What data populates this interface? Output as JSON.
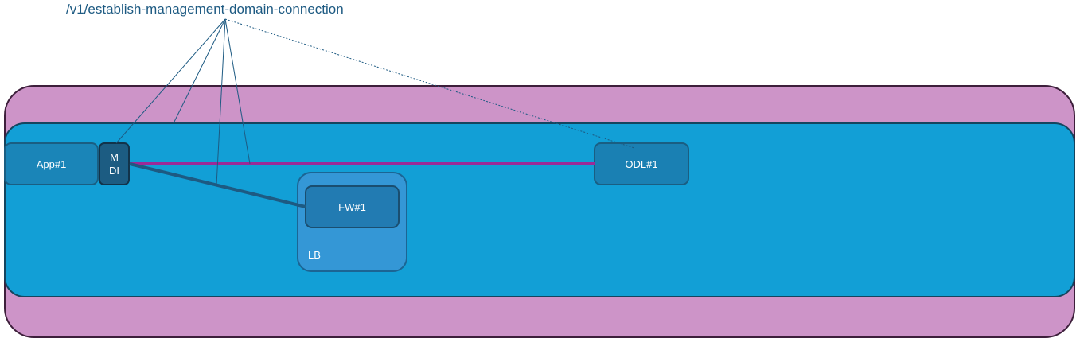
{
  "api": {
    "endpoint": "/v1/establish-management-domain-connection"
  },
  "nodes": {
    "app": "App#1",
    "mdi_line1": "M",
    "mdi_line2": "DI",
    "odl": "ODL#1",
    "fw": "FW#1",
    "lb": "LB"
  },
  "colors": {
    "outer_domain": "#cd94c8",
    "inner_domain": "#129fd6",
    "management_link": "#9b2a97",
    "fw_link": "#1d5a82",
    "api_text": "#1d5a82"
  }
}
